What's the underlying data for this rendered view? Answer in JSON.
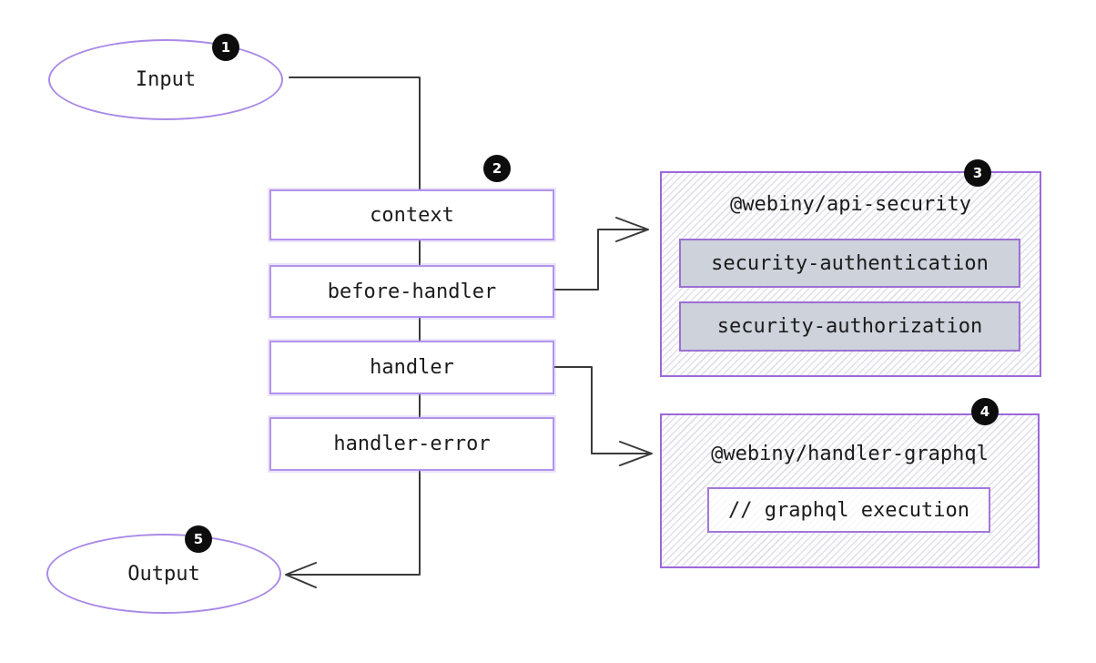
{
  "flow": {
    "input": {
      "label": "Input",
      "badge": "1"
    },
    "steps_badge": "2",
    "steps": [
      "context",
      "before-handler",
      "handler",
      "handler-error"
    ],
    "output": {
      "label": "Output",
      "badge": "5"
    }
  },
  "panels": {
    "api_security": {
      "title": "@webiny/api-security",
      "badge": "3",
      "items": [
        "security-authentication",
        "security-authorization"
      ]
    },
    "handler_graphql": {
      "title": "@webiny/handler-graphql",
      "badge": "4",
      "items": [
        "// graphql execution"
      ]
    }
  },
  "colors": {
    "node_border_purple": "#a98ae7",
    "flow_box_border_purple": "#b294ec",
    "panel_border_purple": "#9d68da",
    "hatch_line": "#e1e0ea",
    "plugin_fill_gray": "#cdd2db",
    "connector_dark": "#3a3a3a",
    "badge_black": "#0d0d0d",
    "badge_text_white": "#ffffff"
  }
}
